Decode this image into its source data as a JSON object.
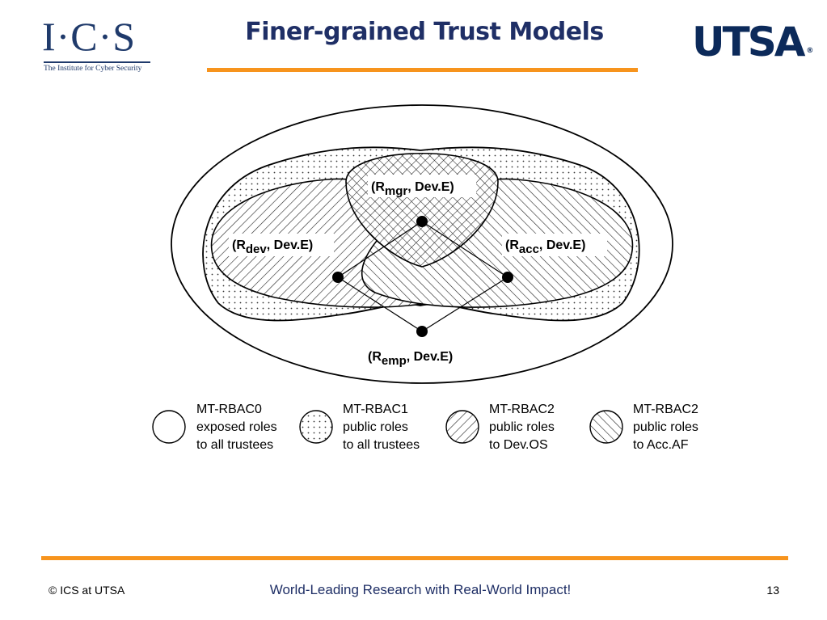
{
  "header": {
    "title": "Finer-grained Trust Models",
    "logo_left_mark": "I·C·S",
    "logo_left_subtitle": "The Institute for Cyber Security",
    "logo_right": "UTSA",
    "logo_right_reg": "®"
  },
  "diagram": {
    "labels": {
      "mgr": {
        "open": "(R",
        "sub": "mgr",
        "close": ", Dev.E)"
      },
      "dev": {
        "open": "(R",
        "sub": "dev",
        "close": ", Dev.E)"
      },
      "acc": {
        "open": "(R",
        "sub": "acc",
        "close": ", Dev.E)"
      },
      "emp": {
        "open": "(R",
        "sub": "emp",
        "close": ", Dev.E)"
      }
    }
  },
  "legend": [
    {
      "pattern": "blank",
      "lines": [
        "MT-RBAC0",
        "exposed roles",
        "to all trustees"
      ]
    },
    {
      "pattern": "dots",
      "lines": [
        "MT-RBAC1",
        "public roles",
        "to all trustees"
      ]
    },
    {
      "pattern": "hatch-forward",
      "lines": [
        "MT-RBAC2",
        "public roles",
        "to Dev.OS"
      ]
    },
    {
      "pattern": "hatch-back",
      "lines": [
        "MT-RBAC2",
        "public roles",
        "to Acc.AF"
      ]
    }
  ],
  "footer": {
    "left": "© ICS at UTSA",
    "center": "World-Leading Research with Real-World Impact!",
    "page_number": "13"
  }
}
